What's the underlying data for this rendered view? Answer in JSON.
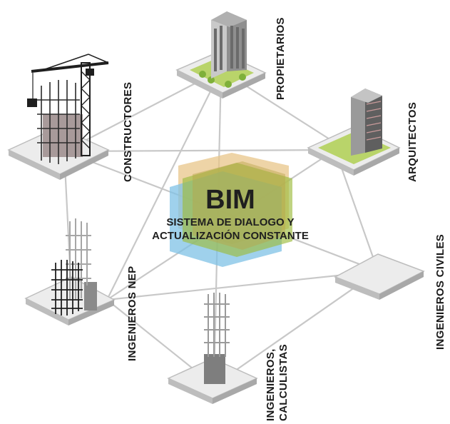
{
  "center": {
    "title": "BIM",
    "subtitle_line1": "SISTEMA DE DIALOGO Y",
    "subtitle_line2": "ACTUALIZACIÓN CONSTANTE"
  },
  "labels": {
    "propietarios": "PROPIETARIOS",
    "arquitectos": "ARQUITECTOS",
    "constructores": "CONSTRUCTORES",
    "ingenieros_civiles": "INGENIEROS CIVILES",
    "ingenieros_nep": "INGENIEROS NEP",
    "calculistas_line1": "INGENIEROS,",
    "calculistas_line2": "CALCULISTAS"
  },
  "colors": {
    "line": "#c8c8c8",
    "platform_top": "#ececec",
    "platform_side": "#bdbdbd",
    "grass": "#b9d46a",
    "hex_orange": "#e8c58a",
    "hex_blue": "#7fc1e6",
    "hex_green": "#9dbb3d",
    "hex_olive": "#b8a349",
    "text": "#1a1a1a"
  }
}
